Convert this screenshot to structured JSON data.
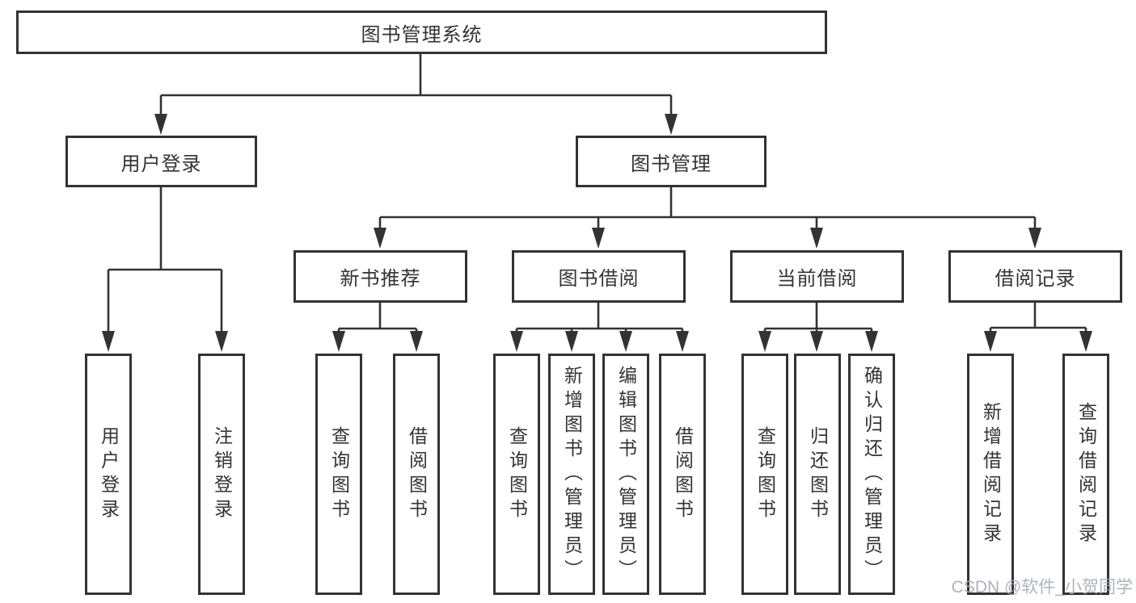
{
  "tree": {
    "root": {
      "label": "图书管理系统",
      "children": [
        {
          "label": "用户登录",
          "children": [
            {
              "label": "用户登录"
            },
            {
              "label": "注销登录"
            }
          ]
        },
        {
          "label": "图书管理",
          "children": [
            {
              "label": "新书推荐",
              "children": [
                {
                  "label": "查询图书"
                },
                {
                  "label": "借阅图书"
                }
              ]
            },
            {
              "label": "图书借阅",
              "children": [
                {
                  "label": "查询图书"
                },
                {
                  "label": "新增图书（管理员）"
                },
                {
                  "label": "编辑图书（管理员）"
                },
                {
                  "label": "借阅图书"
                }
              ]
            },
            {
              "label": "当前借阅",
              "children": [
                {
                  "label": "查询图书"
                },
                {
                  "label": "归还图书"
                },
                {
                  "label": "确认归还（管理员）"
                }
              ]
            },
            {
              "label": "借阅记录",
              "children": [
                {
                  "label": "新增借阅记录"
                },
                {
                  "label": "查询借阅记录"
                }
              ]
            }
          ]
        }
      ]
    }
  },
  "colors": {
    "line": "#333333",
    "box_background": "#ffffff",
    "watermark": "#a5aab4"
  },
  "watermark": "CSDN @软件_小贺同学"
}
